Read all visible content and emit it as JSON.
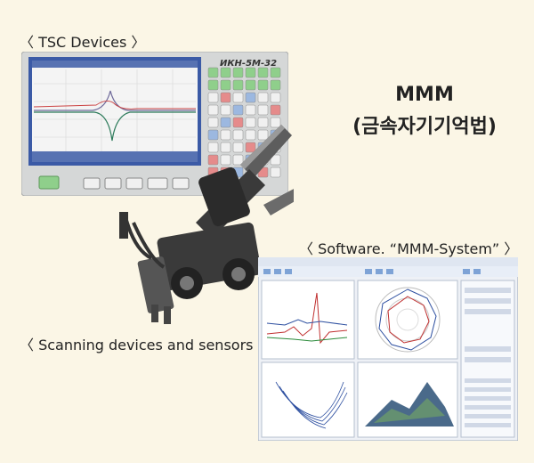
{
  "labels": {
    "tsc_devices": "〈 TSC Devices 〉",
    "software": "〈 Software. “MMM-System” 〉",
    "scanning": "〈 Scanning devices and sensors 〉"
  },
  "title": {
    "line1": "MMM",
    "line2": "(금속자기기억법)"
  },
  "device": {
    "model": "ИКН-5М-32"
  },
  "colors": {
    "background": "#fbf6e6",
    "device_body": "#d5d7d7",
    "screen_bg": "#f4f4f4",
    "screen_frame": "#3b5aa6",
    "key_green": "#8fcf8b",
    "key_red": "#e58b8b",
    "key_blue": "#9cb8e0"
  }
}
